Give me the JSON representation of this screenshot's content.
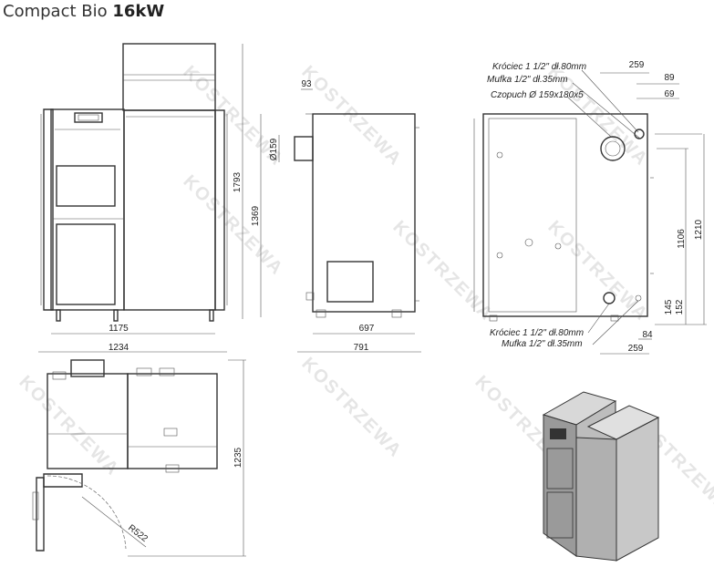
{
  "title": {
    "model": "Compact Bio",
    "power": "16kW"
  },
  "watermark": "KOSTRZEWA",
  "front_view": {
    "width_inner": "1175",
    "width_total": "1234",
    "height": "1793"
  },
  "side_view": {
    "top_offset": "93",
    "flue_diameter": "Ø159",
    "height": "1369",
    "depth_inner": "697",
    "depth_total": "791"
  },
  "rear_view": {
    "top_notes": [
      "Króciec 1 1/2\" dł.80mm",
      "Mufka 1/2\" dł.35mm",
      "Czopuch Ø 159x180x5"
    ],
    "bottom_notes": [
      "Króciec 1 1/2\" dł.80mm",
      "Mufka 1/2\" dł.35mm"
    ],
    "dims": {
      "top_w": "259",
      "d89": "89",
      "d69": "69",
      "h1106": "1106",
      "h1210": "1210",
      "d145": "145",
      "d152": "152",
      "d84": "84",
      "bottom_w": "259"
    }
  },
  "top_view": {
    "depth": "1235",
    "radius": "R522"
  }
}
